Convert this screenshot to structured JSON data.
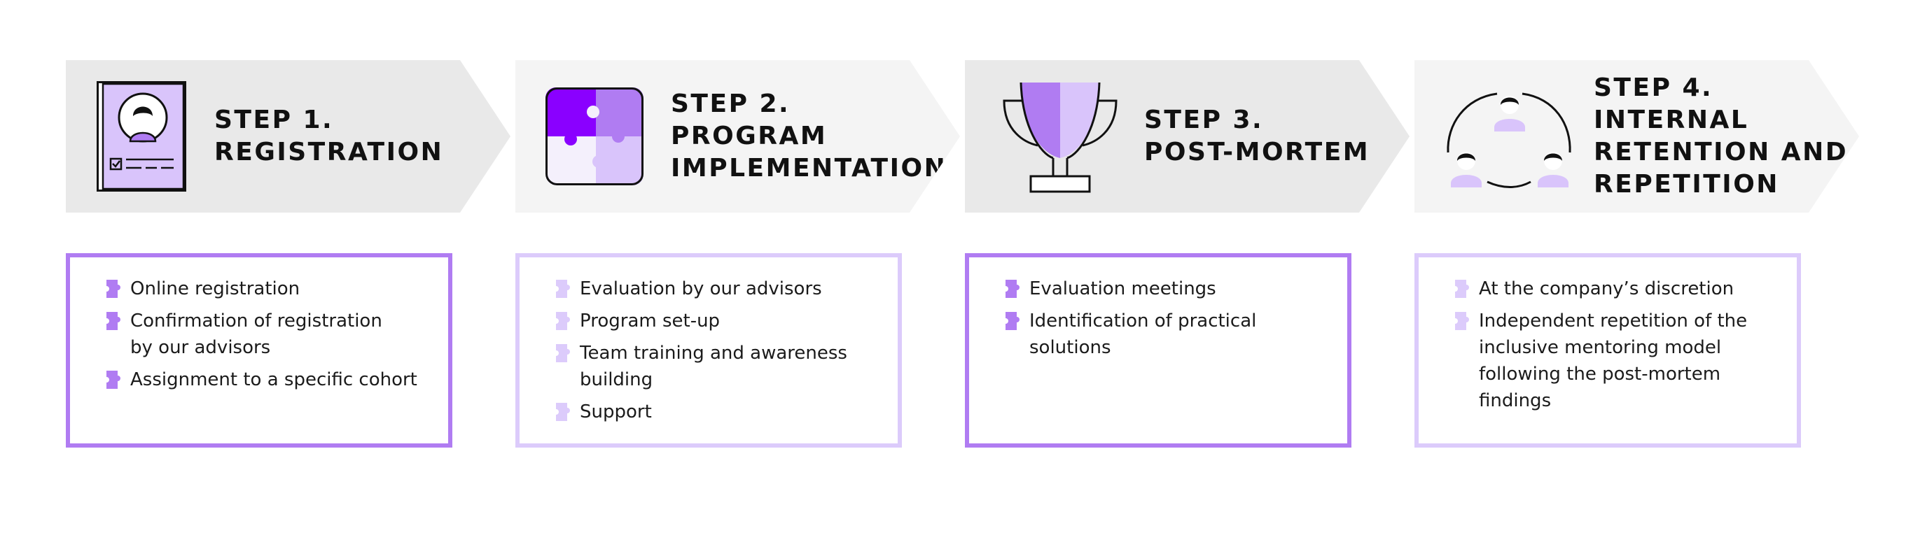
{
  "colors": {
    "accent": "#b07cf2",
    "accent_dark": "#8a00ff",
    "accent_light": "#d9c4fb",
    "header_dark": "#e9e9e9",
    "header_light": "#f4f4f4",
    "text": "#111111"
  },
  "steps": [
    {
      "title_lines": [
        "STEP 1.",
        "REGISTRATION"
      ],
      "icon": "registration-form-icon",
      "items": [
        [
          "Online registration"
        ],
        [
          "Confirmation of registration",
          "by our advisors"
        ],
        [
          "Assignment to a specific cohort"
        ]
      ]
    },
    {
      "title_lines": [
        "STEP 2.",
        "PROGRAM",
        "IMPLEMENTATION"
      ],
      "icon": "puzzle-icon",
      "items": [
        [
          "Evaluation by our advisors"
        ],
        [
          "Program set-up"
        ],
        [
          "Team training and awareness",
          "building"
        ],
        [
          "Support"
        ]
      ]
    },
    {
      "title_lines": [
        "STEP 3.",
        "POST-MORTEM"
      ],
      "icon": "trophy-icon",
      "items": [
        [
          "Evaluation meetings"
        ],
        [
          "Identification of practical",
          "solutions"
        ]
      ]
    },
    {
      "title_lines": [
        "STEP 4.",
        "INTERNAL",
        "RETENTION AND",
        "REPETITION"
      ],
      "icon": "people-cycle-icon",
      "items": [
        [
          "At the company’s discretion"
        ],
        [
          "Independent repetition of the",
          "inclusive mentoring model",
          "following the post-mortem",
          "findings"
        ]
      ]
    }
  ]
}
